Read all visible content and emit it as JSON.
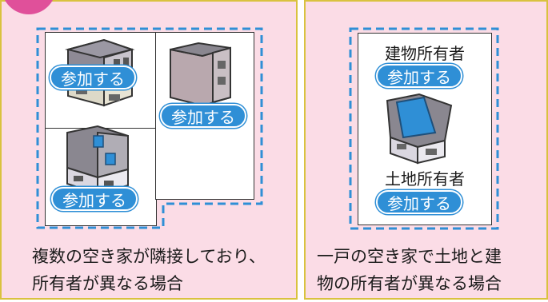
{
  "left": {
    "badges": [
      "参加する",
      "参加する",
      "参加する"
    ],
    "caption_lines": [
      "複数の空き家が隣接しており、",
      "所有者が異なる場合"
    ]
  },
  "right": {
    "building_owner_label": "建物所有者",
    "building_badge": "参加する",
    "land_owner_label": "土地所有者",
    "land_badge": "参加する",
    "caption_lines": [
      "一戸の空き家で土地と建",
      "物の所有者が異なる場合"
    ]
  },
  "colors": {
    "panel_bg": "#fbdce6",
    "panel_border": "#d9c23f",
    "badge_blue": "#2f8fd6",
    "dash_blue": "#2f8fd6",
    "tab_pink": "#e0509a"
  }
}
